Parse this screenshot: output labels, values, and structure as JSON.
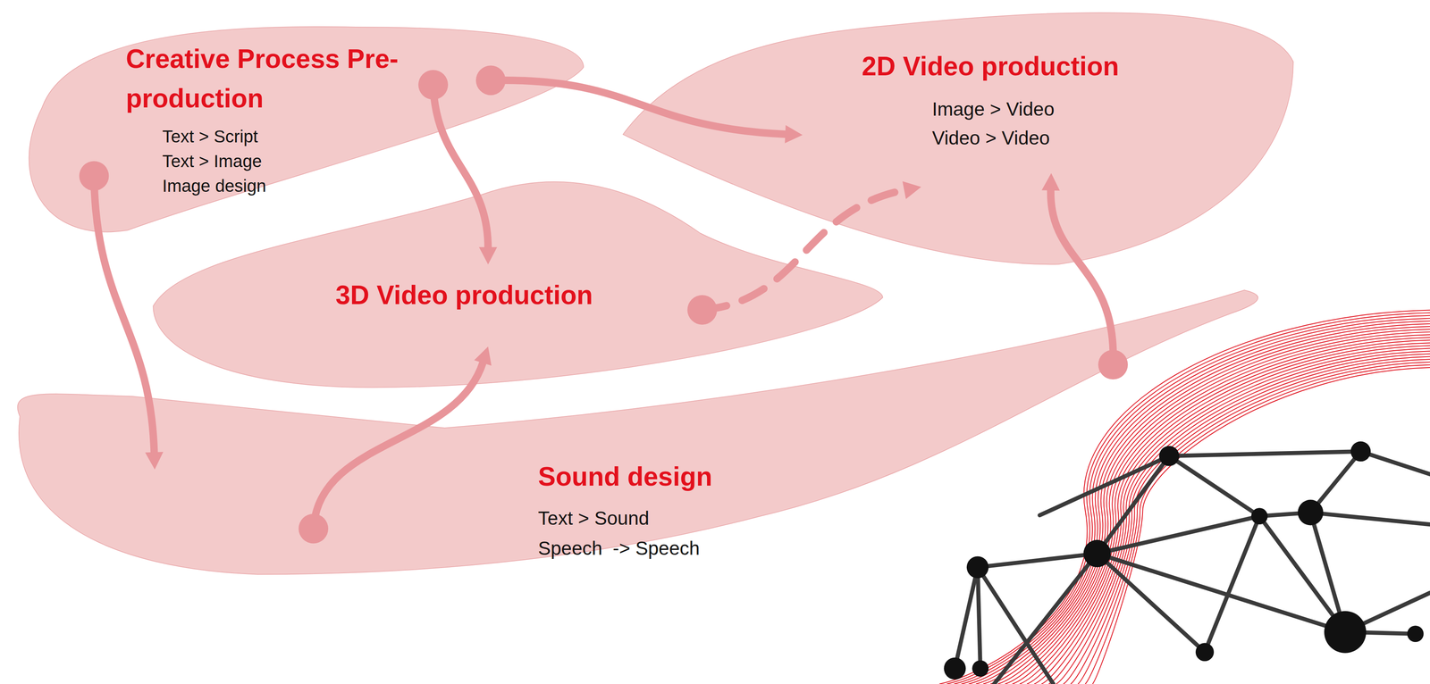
{
  "diagram": {
    "nodes": [
      {
        "text": [
          "Creative Process Pre-production",
          "Text > Script",
          "Text > Image",
          "Image design"
        ]
      },
      {
        "text": [
          "2D Video production",
          "Image > Video",
          "Video > Video"
        ]
      },
      {
        "text": [
          "3D Video production"
        ]
      },
      {
        "text": [
          "Sound design",
          "Text > Sound",
          "Speech  -> Speech"
        ]
      }
    ],
    "edges": [
      {
        "from": 0,
        "to": 2,
        "arrow": "to"
      },
      {
        "from": 0,
        "to": 1,
        "arrow": "to"
      },
      {
        "from": 0,
        "to": 3,
        "arrow": "to"
      },
      {
        "from": 3,
        "to": 2,
        "arrow": "to"
      },
      {
        "from": 2,
        "to": 1,
        "arrow": "to"
      },
      {
        "from": 3,
        "to": 1,
        "arrow": "to"
      }
    ]
  }
}
